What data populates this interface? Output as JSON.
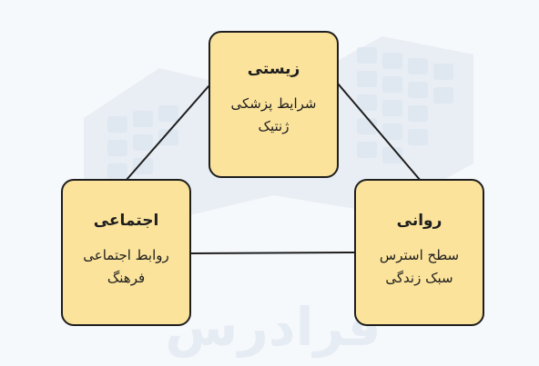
{
  "diagram": {
    "nodes": {
      "biological": {
        "title": "زیستی",
        "lines": [
          "شرایط پزشکی",
          "ژنتیک"
        ]
      },
      "social": {
        "title": "اجتماعی",
        "lines": [
          "روابط اجتماعی",
          "فرهنگ"
        ]
      },
      "psychological": {
        "title": "روانی",
        "lines": [
          "سطح استرس",
          "سبک زندگی"
        ]
      }
    },
    "edges": [
      {
        "from": "biological",
        "to": "social"
      },
      {
        "from": "biological",
        "to": "psychological"
      },
      {
        "from": "social",
        "to": "psychological"
      }
    ]
  },
  "watermark": {
    "text": "فرادرس"
  },
  "colors": {
    "background": "#f6f9fc",
    "node_fill": "#fbe39b",
    "node_border": "#1e1e1e",
    "watermark": "#e8eef5"
  }
}
